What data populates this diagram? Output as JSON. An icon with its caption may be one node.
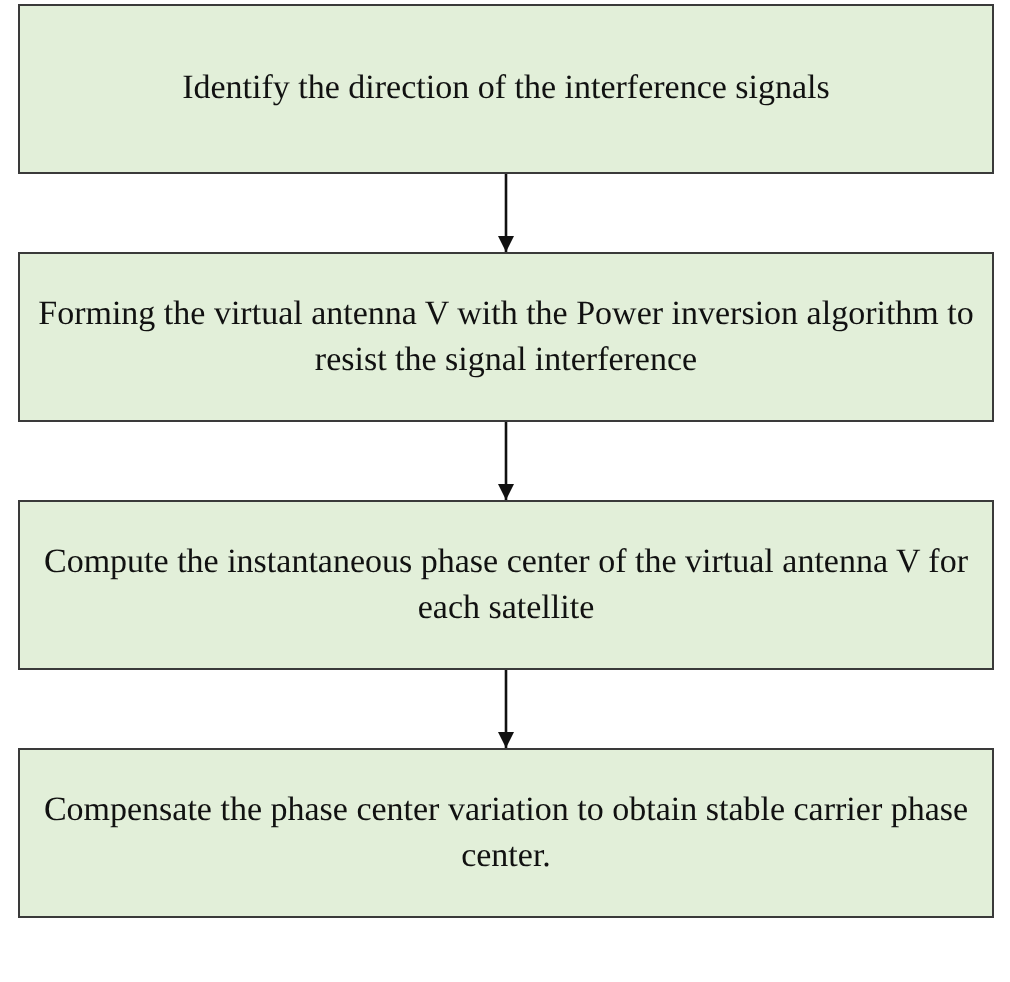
{
  "diagram": {
    "nodes": [
      {
        "text": [
          "Identify the direction of the interference signals"
        ]
      },
      {
        "text": [
          "Forming the virtual antenna V with the Power inversion algorithm to resist the signal interference"
        ]
      },
      {
        "text": [
          "Compute the instantaneous phase center of the virtual antenna V for each satellite"
        ]
      },
      {
        "text": [
          "Compensate the phase center variation to obtain stable carrier phase center."
        ]
      }
    ],
    "edges": [
      {
        "from": 0,
        "to": 1,
        "arrow": "to"
      },
      {
        "from": 1,
        "to": 2,
        "arrow": "to"
      },
      {
        "from": 2,
        "to": 3,
        "arrow": "to"
      }
    ]
  }
}
